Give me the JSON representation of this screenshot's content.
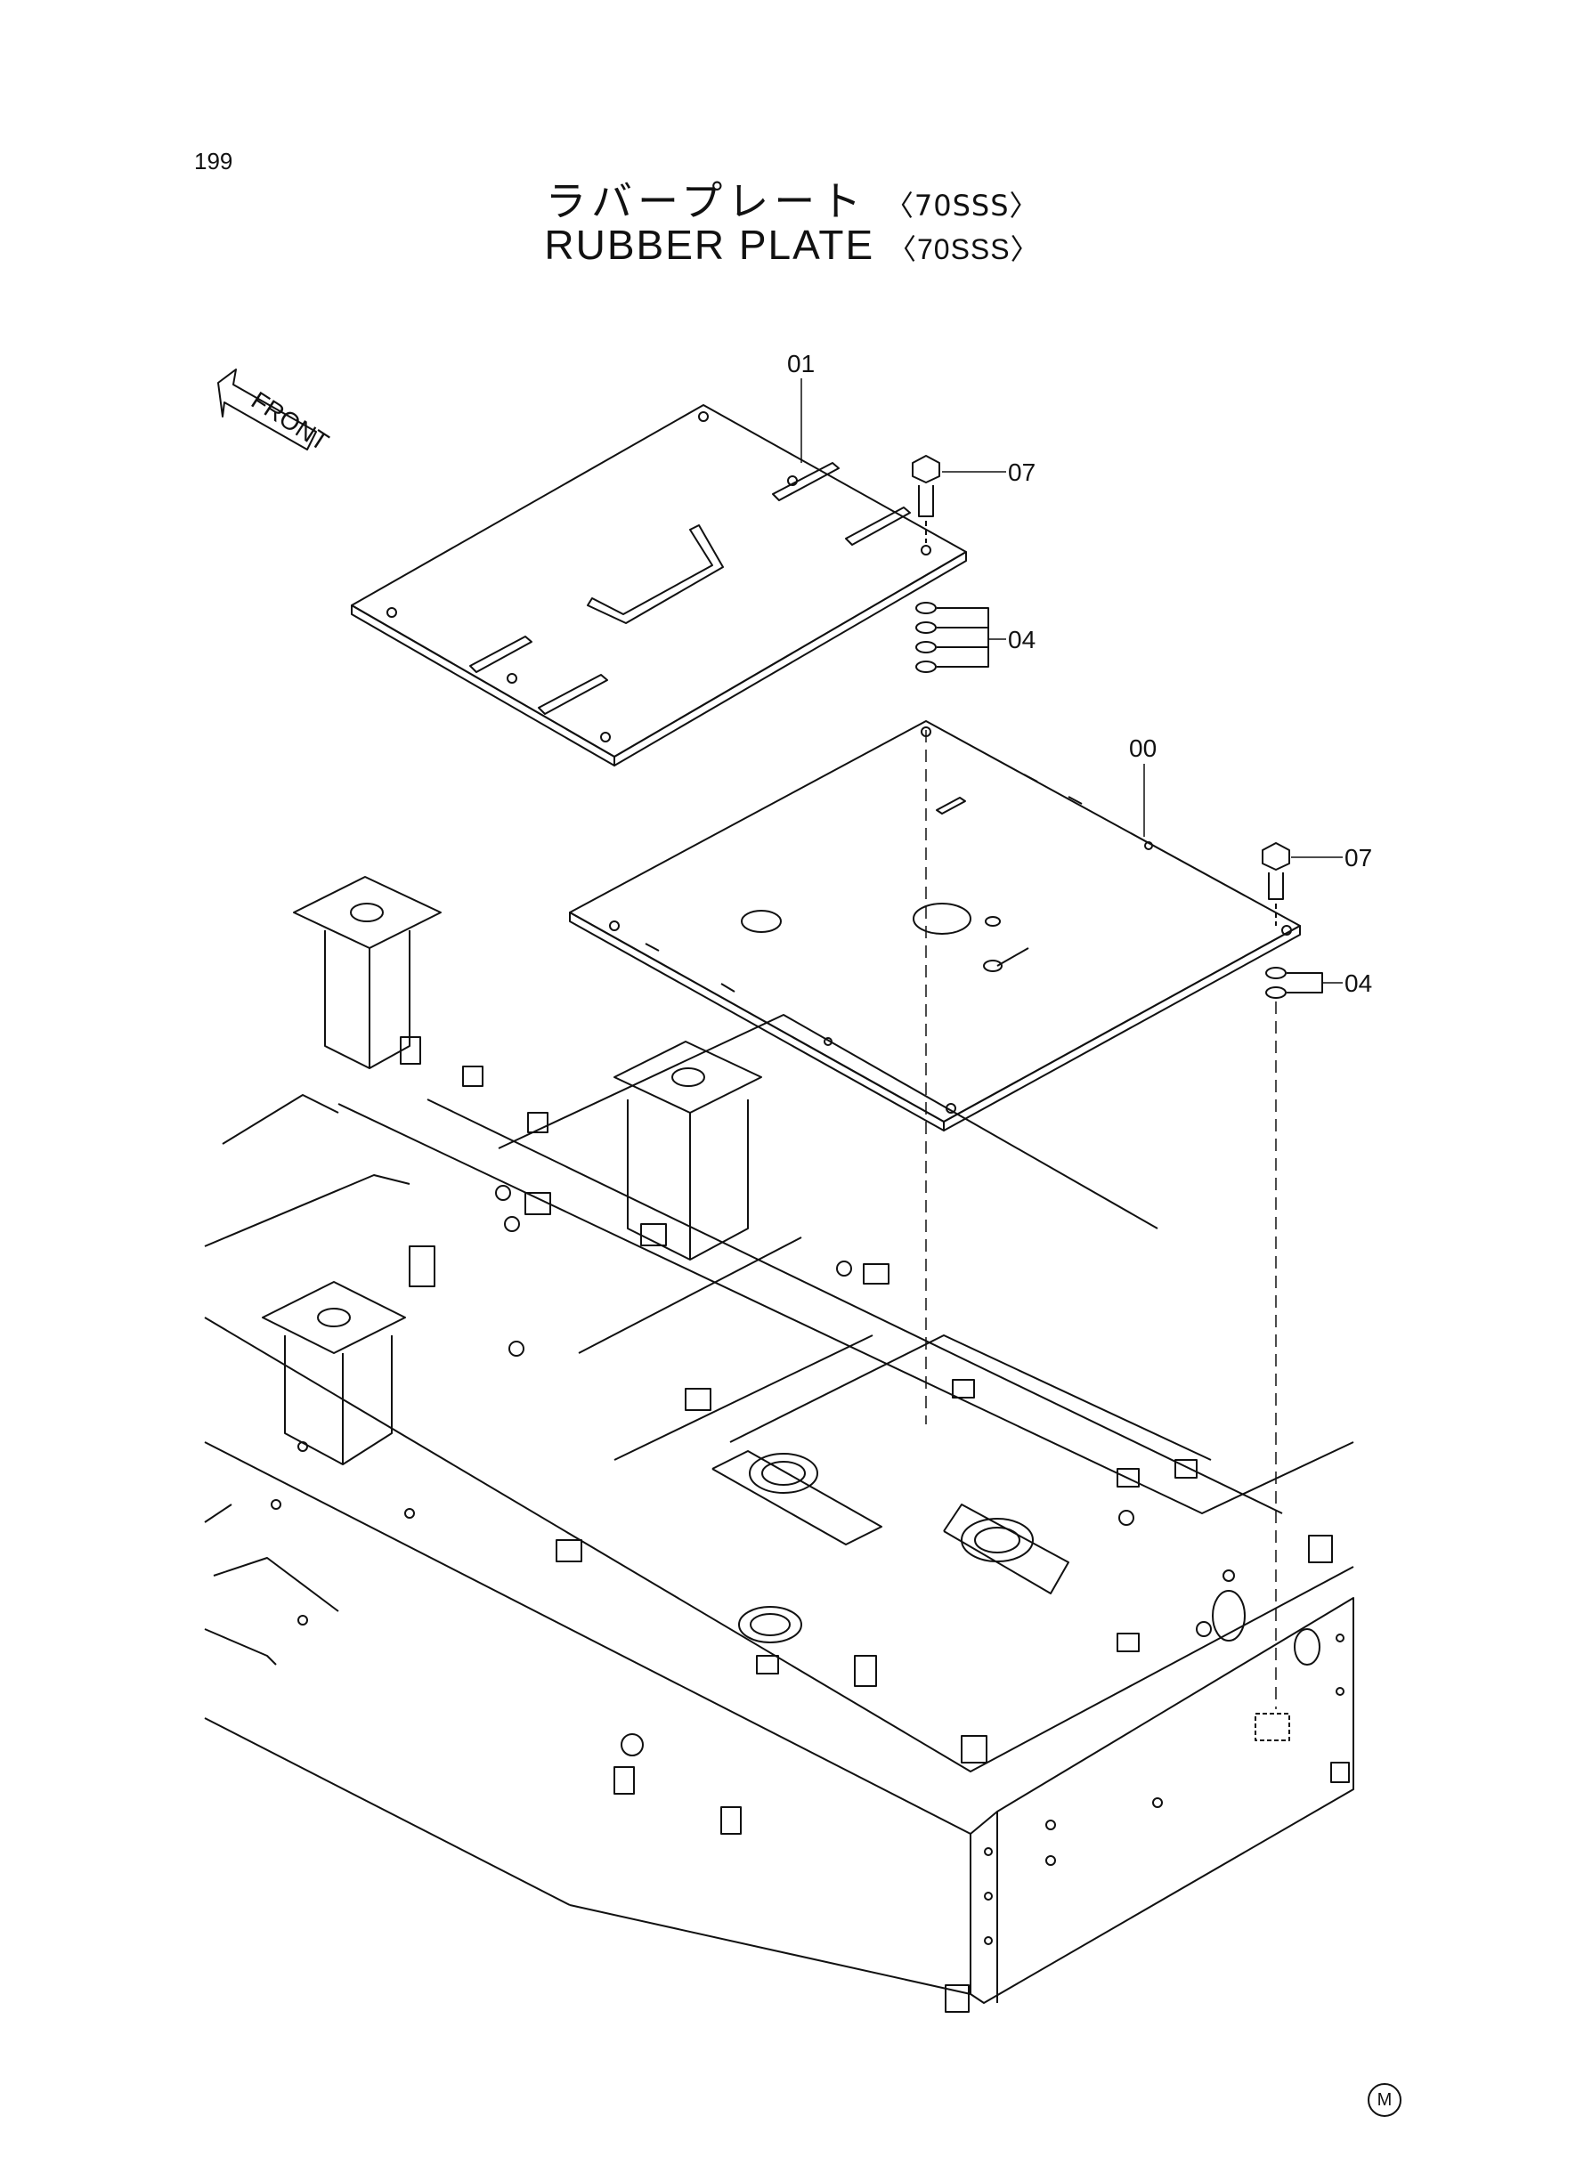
{
  "page": {
    "number": "199"
  },
  "title": {
    "jp": "ラバープレート",
    "en": "RUBBER PLATE",
    "variant": "〈70SSS〉"
  },
  "front_indicator": {
    "label": "FRONT"
  },
  "callouts": [
    {
      "id": "01",
      "label": "01"
    },
    {
      "id": "07a",
      "label": "07"
    },
    {
      "id": "04a",
      "label": "04"
    },
    {
      "id": "00",
      "label": "00"
    },
    {
      "id": "07b",
      "label": "07"
    },
    {
      "id": "04b",
      "label": "04"
    }
  ],
  "footer": {
    "mark": "M"
  },
  "colors": {
    "ink": "#111111",
    "paper": "#ffffff"
  }
}
